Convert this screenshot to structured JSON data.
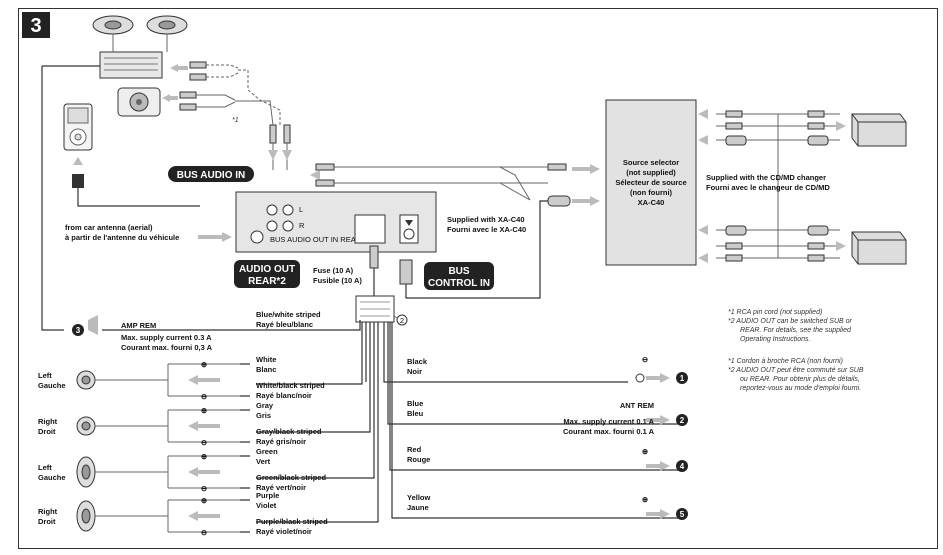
{
  "section_number": "3",
  "callouts": {
    "bus_audio_in": "BUS AUDIO IN",
    "audio_out_rear_l1": "AUDIO OUT",
    "audio_out_rear_l2": "REAR*2",
    "bus_control_in_l1": "BUS",
    "bus_control_in_l2": "CONTROL IN"
  },
  "labels": {
    "antenna_en": "from car antenna (aerial)",
    "antenna_fr": "à partir de l'antenne du véhicule",
    "fuse_en": "Fuse (10 A)",
    "fuse_fr": "Fusible (10 A)",
    "supplied_xa_en": "Supplied with XA-C40",
    "supplied_xa_fr": "Fourni avec le XA-C40",
    "supplied_cd_en": "Supplied with the CD/MD changer",
    "supplied_cd_fr": "Fourni avec le changeur de CD/MD",
    "rca_marker": "*1",
    "connector_marker": "2",
    "unit_port_l": "L",
    "unit_port_r": "R",
    "unit_rear_label": "BUS AUDIO OUT IN REAR/SUB"
  },
  "source_selector": {
    "line1": "Source selector",
    "line2": "(not supplied)",
    "line3": "Sélecteur de source",
    "line4": "(non fourni)",
    "line5": "XA-C40"
  },
  "amp_rem": {
    "label": "AMP REM",
    "num": "3",
    "current_en": "Max. supply current 0.3 A",
    "current_fr": "Courant max. fourni 0,3 A",
    "wire_en": "Blue/white striped",
    "wire_fr": "Rayé bleu/blanc"
  },
  "speakers": [
    {
      "side_en": "Left",
      "side_fr": "Gauche",
      "pos_en": "White",
      "pos_fr": "Blanc",
      "neg_en": "White/black striped",
      "neg_fr": "Rayé blanc/noir"
    },
    {
      "side_en": "Right",
      "side_fr": "Droit",
      "pos_en": "Gray",
      "pos_fr": "Gris",
      "neg_en": "Gray/black striped",
      "neg_fr": "Rayé gris/noir"
    },
    {
      "side_en": "Left",
      "side_fr": "Gauche",
      "pos_en": "Green",
      "pos_fr": "Vert",
      "neg_en": "Green/black striped",
      "neg_fr": "Rayé vert/noir"
    },
    {
      "side_en": "Right",
      "side_fr": "Droit",
      "pos_en": "Purple",
      "pos_fr": "Violet",
      "neg_en": "Purple/black striped",
      "neg_fr": "Rayé violet/noir"
    }
  ],
  "power_wires": [
    {
      "en": "Black",
      "fr": "Noir",
      "num": "1",
      "title": "",
      "cur_en": "",
      "cur_fr": ""
    },
    {
      "en": "Blue",
      "fr": "Bleu",
      "num": "2",
      "title": "ANT REM",
      "cur_en": "Max. supply current 0.1 A",
      "cur_fr": "Courant max. fourni 0.1 A"
    },
    {
      "en": "Red",
      "fr": "Rouge",
      "num": "4",
      "title": "",
      "cur_en": "",
      "cur_fr": ""
    },
    {
      "en": "Yellow",
      "fr": "Jaune",
      "num": "5",
      "title": "",
      "cur_en": "",
      "cur_fr": ""
    }
  ],
  "notes_en": [
    "*1  RCA pin cord (not supplied)",
    "*2  AUDIO OUT can be switched SUB or",
    "REAR. For details, see the supplied",
    "Operating Instructions."
  ],
  "notes_fr": [
    "*1  Cordon à broche RCA (non fourni)",
    "*2  AUDIO OUT peut être commuté sur SUB",
    "ou REAR. Pour obtenir plus de détails,",
    "reportez-vous au mode d'emploi fourni."
  ],
  "icons": [
    "speaker-grille-icon",
    "subwoofer-icon",
    "ipod-icon",
    "cd-changer-icon",
    "rca-plug-icon",
    "speaker-icon"
  ]
}
